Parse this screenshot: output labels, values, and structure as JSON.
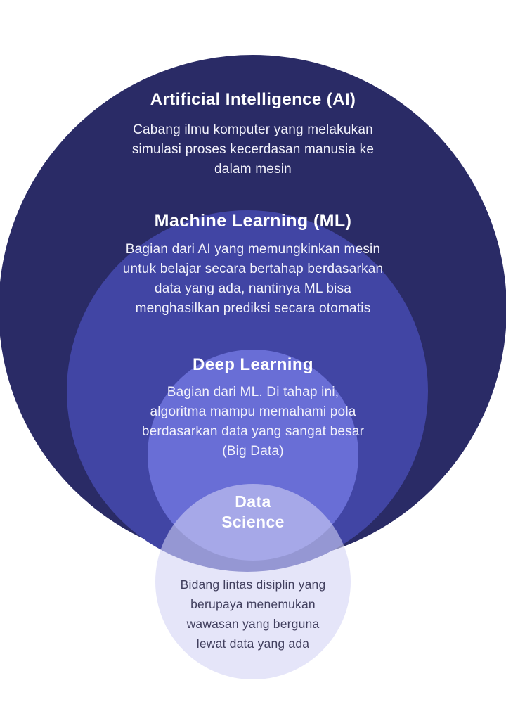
{
  "diagram": {
    "type": "nested-circles",
    "background_color": "#ffffff",
    "sections": {
      "ai": {
        "heading": "Artificial Intelligence (AI)",
        "description": "Cabang ilmu komputer yang melakukan simulasi proses kecerdasan manusia ke dalam mesin",
        "lines": [
          "Cabang ilmu komputer yang melakukan",
          "simulasi proses kecerdasan manusia ke",
          "dalam mesin"
        ],
        "circle_color": "#2a2b66",
        "text_color": "#ffffff"
      },
      "ml": {
        "heading": "Machine Learning (ML)",
        "description": "Bagian dari AI yang memungkinkan mesin untuk belajar secara bertahap berdasarkan data yang ada, nantinya ML bisa menghasilkan prediksi secara otomatis",
        "lines": [
          "Bagian dari AI yang memungkinkan mesin",
          "untuk belajar secara bertahap berdasarkan",
          "data yang ada, nantinya ML bisa",
          "menghasilkan prediksi secara otomatis"
        ],
        "circle_color": "#4145a4",
        "text_color": "#ffffff"
      },
      "dl": {
        "heading": "Deep Learning",
        "description": "Bagian dari ML. Di tahap ini, algoritma mampu memahami pola berdasarkan data yang sangat besar (Big Data)",
        "lines": [
          "Bagian dari ML. Di tahap ini,",
          "algoritma mampu memahami pola",
          "berdasarkan data yang sangat besar",
          "(Big Data)"
        ],
        "circle_color": "#696ed6",
        "text_color": "#ffffff"
      },
      "ds": {
        "heading": "Data Science",
        "description": "Bidang lintas disiplin yang berupaya menemukan wawasan yang berguna lewat data yang ada",
        "lines": [
          "Bidang lintas disiplin yang",
          "berupaya menemukan",
          "wawasan yang berguna",
          "lewat data yang ada"
        ],
        "circle_color": "rgba(210,210,244,0.58)",
        "circle_color_over_white": "#e5e5f7",
        "heading_color": "#ffffff",
        "text_color": "#413f5e"
      }
    }
  }
}
